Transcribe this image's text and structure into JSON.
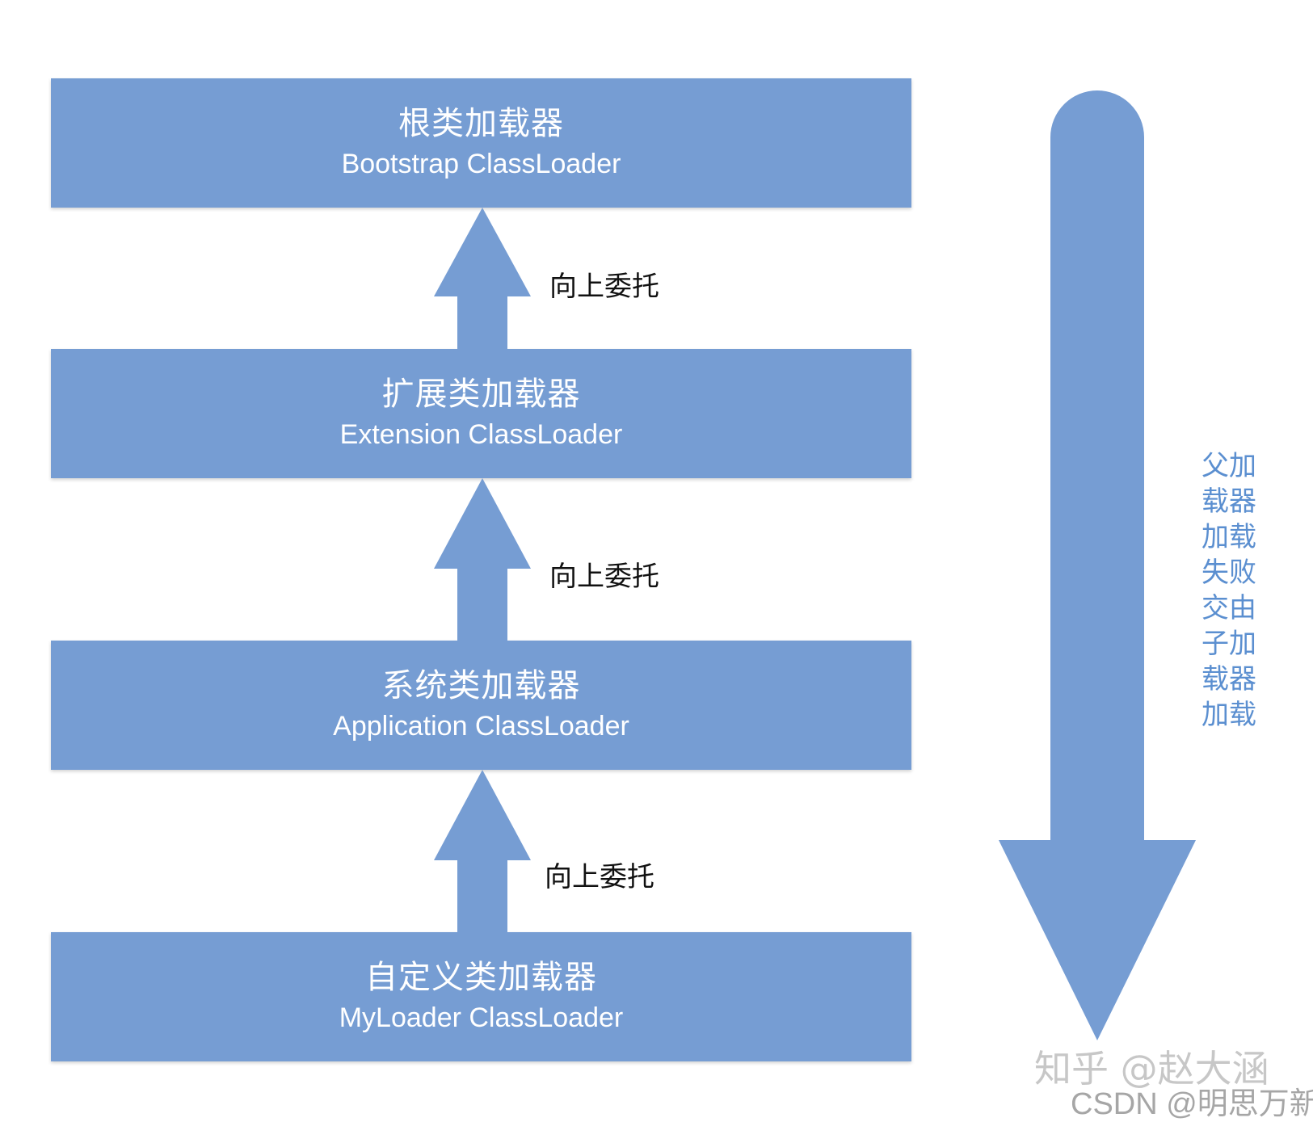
{
  "loaders": [
    {
      "name_cn": "根类加载器",
      "name_en": "Bootstrap ClassLoader"
    },
    {
      "name_cn": "扩展类加载器",
      "name_en": "Extension ClassLoader"
    },
    {
      "name_cn": "系统类加载器",
      "name_en": "Application ClassLoader"
    },
    {
      "name_cn": "自定义类加载器",
      "name_en": "MyLoader ClassLoader"
    }
  ],
  "delegation_label": "向上委托",
  "delegation_labels": [
    "向上委托",
    "向上委托",
    "向上委托"
  ],
  "side_label_lines": [
    "父加",
    "载器",
    "加载",
    "失败",
    "交由",
    "子加",
    "载器",
    "加载"
  ],
  "watermarks": {
    "zhihu": "知乎 @赵大涵",
    "csdn": "CSDN @明思万新"
  },
  "colors": {
    "box_fill": "#769dd3",
    "box_text": "#ffffff",
    "arrow_fill": "#769dd3",
    "side_text": "#5b8fd0",
    "label_text": "#111111"
  }
}
